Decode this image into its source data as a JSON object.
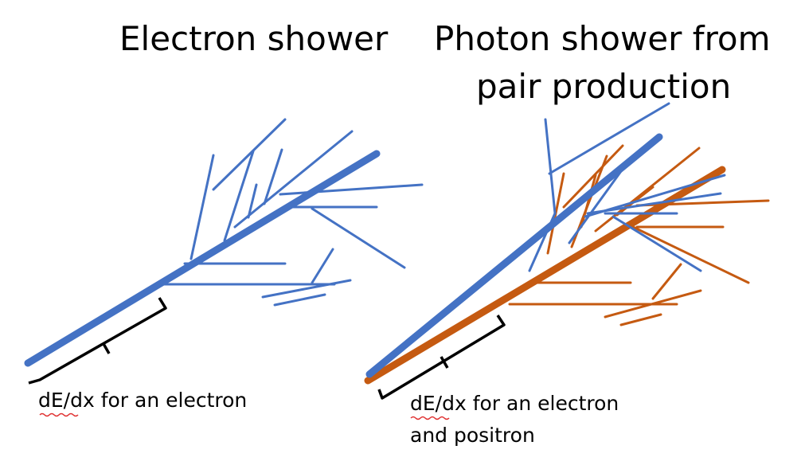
{
  "titles": {
    "left": "Electron shower",
    "right_line1": "Photon shower from",
    "right_line2": "pair production"
  },
  "labels": {
    "left": "dE/dx for an electron",
    "right_line1": "dE/dx for an electron",
    "right_line2": "and positron"
  },
  "colors": {
    "electron": "#4472C4",
    "positron": "#C55A11",
    "bracket": "#000000",
    "spellcheck": "#E03030"
  }
}
